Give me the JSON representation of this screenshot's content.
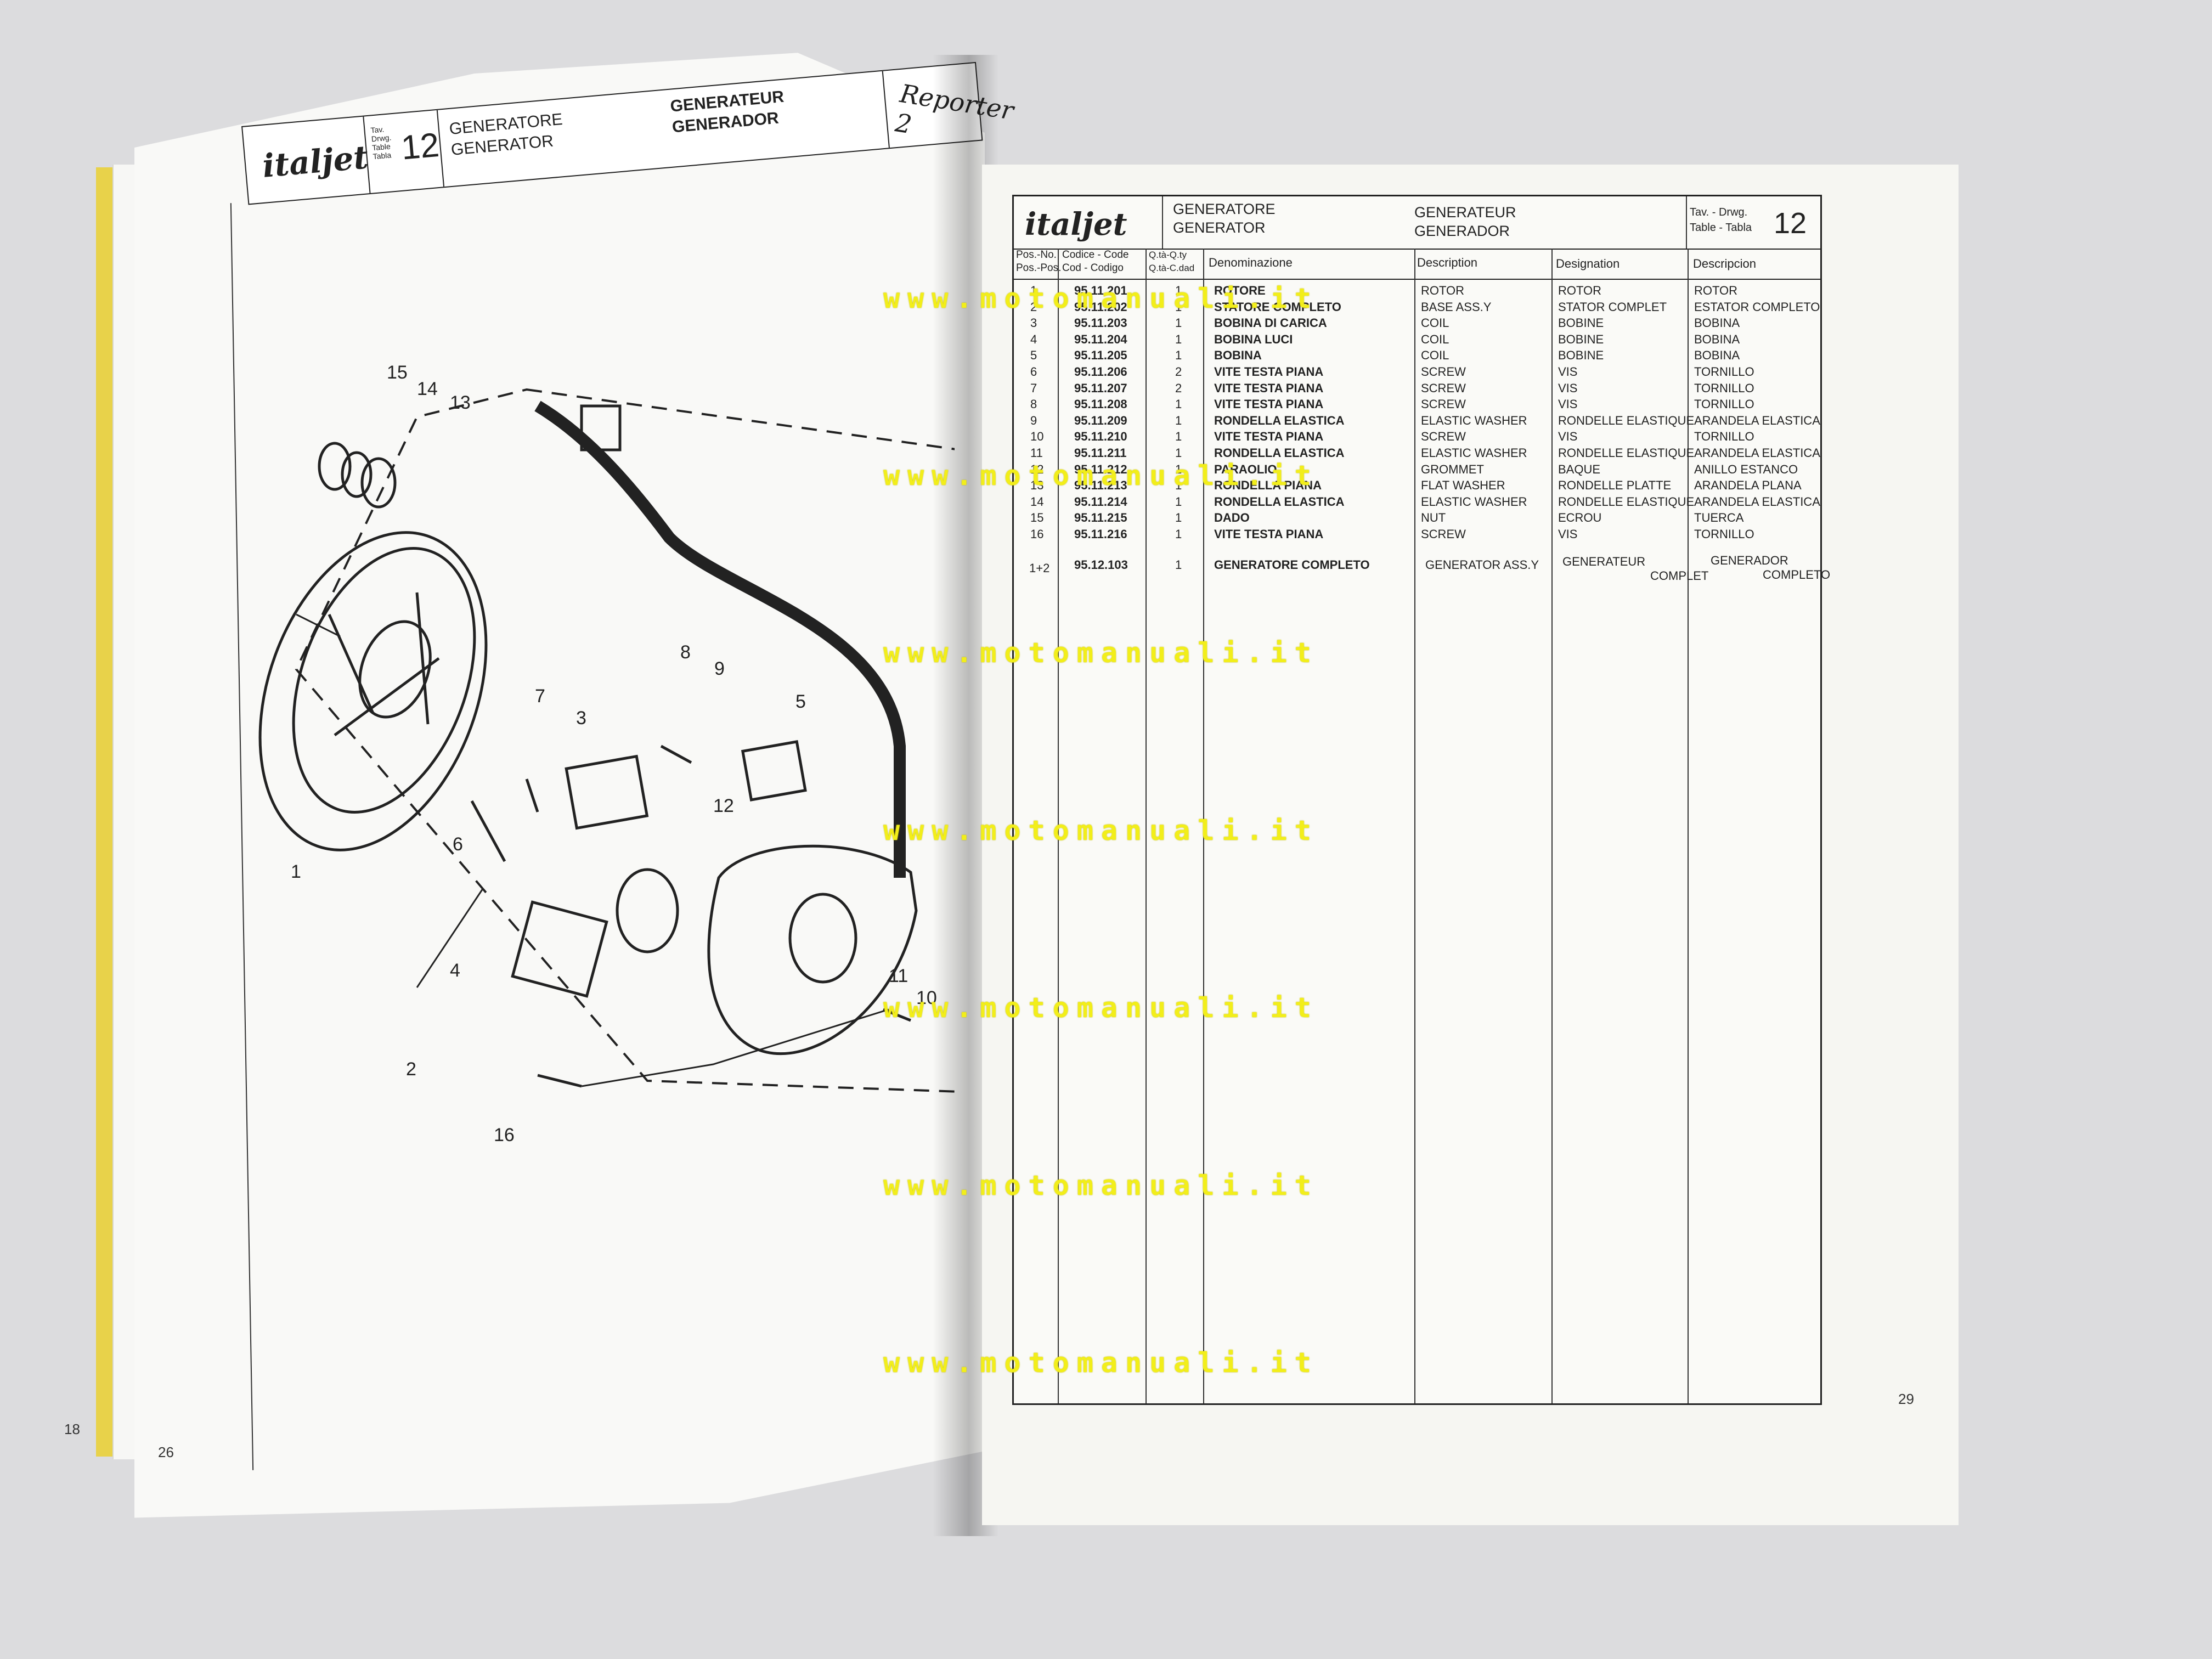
{
  "left_page": {
    "logo": "italjet",
    "table_label": "Tav. Drwg. Table Tabla",
    "table_number": "12",
    "title_it": "GENERATORE",
    "title_en": "GENERATOR",
    "title_fr": "GENERATEUR",
    "title_es": "GENERADOR",
    "model": "Reporter 2",
    "page_number": "18",
    "page_number_inner": "26",
    "callouts": [
      "1",
      "2",
      "3",
      "4",
      "5",
      "6",
      "7",
      "8",
      "9",
      "10",
      "11",
      "12",
      "13",
      "14",
      "15",
      "16"
    ]
  },
  "right_page": {
    "logo": "italjet",
    "title_it": "GENERATORE",
    "title_en": "GENERATOR",
    "title_fr": "GENERATEUR",
    "title_es": "GENERADOR",
    "table_label_1": "Tav. - Drwg.",
    "table_label_2": "Table - Tabla",
    "table_number": "12",
    "headers": {
      "pos_1": "Pos.-No.",
      "pos_2": "Pos.-Pos.",
      "code_1": "Codice - Code",
      "code_2": "Cod - Codigo",
      "qty_1": "Q.tà-Q.ty",
      "qty_2": "Q.tà-C.dad",
      "denominazione": "Denominazione",
      "description": "Description",
      "designation": "Designation",
      "descripcion": "Descripcion"
    },
    "rows": [
      {
        "pos": "1",
        "code": "95.11.201",
        "qty": "1",
        "it": "ROTORE",
        "en": "ROTOR",
        "fr": "ROTOR",
        "es": "ROTOR"
      },
      {
        "pos": "2",
        "code": "95.11.202",
        "qty": "1",
        "it": "STATORE COMPLETO",
        "en": "BASE ASS.Y",
        "fr": "STATOR COMPLET",
        "es": "ESTATOR COMPLETO"
      },
      {
        "pos": "3",
        "code": "95.11.203",
        "qty": "1",
        "it": "BOBINA DI CARICA",
        "en": "COIL",
        "fr": "BOBINE",
        "es": "BOBINA"
      },
      {
        "pos": "4",
        "code": "95.11.204",
        "qty": "1",
        "it": "BOBINA LUCI",
        "en": "COIL",
        "fr": "BOBINE",
        "es": "BOBINA"
      },
      {
        "pos": "5",
        "code": "95.11.205",
        "qty": "1",
        "it": "BOBINA",
        "en": "COIL",
        "fr": "BOBINE",
        "es": "BOBINA"
      },
      {
        "pos": "6",
        "code": "95.11.206",
        "qty": "2",
        "it": "VITE TESTA PIANA",
        "en": "SCREW",
        "fr": "VIS",
        "es": "TORNILLO"
      },
      {
        "pos": "7",
        "code": "95.11.207",
        "qty": "2",
        "it": "VITE TESTA PIANA",
        "en": "SCREW",
        "fr": "VIS",
        "es": "TORNILLO"
      },
      {
        "pos": "8",
        "code": "95.11.208",
        "qty": "1",
        "it": "VITE TESTA PIANA",
        "en": "SCREW",
        "fr": "VIS",
        "es": "TORNILLO"
      },
      {
        "pos": "9",
        "code": "95.11.209",
        "qty": "1",
        "it": "RONDELLA ELASTICA",
        "en": "ELASTIC WASHER",
        "fr": "RONDELLE ELASTIQUE",
        "es": "ARANDELA ELASTICA"
      },
      {
        "pos": "10",
        "code": "95.11.210",
        "qty": "1",
        "it": "VITE TESTA PIANA",
        "en": "SCREW",
        "fr": "VIS",
        "es": "TORNILLO"
      },
      {
        "pos": "11",
        "code": "95.11.211",
        "qty": "1",
        "it": "RONDELLA ELASTICA",
        "en": "ELASTIC WASHER",
        "fr": "RONDELLE ELASTIQUE",
        "es": "ARANDELA ELASTICA"
      },
      {
        "pos": "12",
        "code": "95.11.212",
        "qty": "1",
        "it": "PARAOLIO",
        "en": "GROMMET",
        "fr": "BAQUE",
        "es": "ANILLO ESTANCO"
      },
      {
        "pos": "13",
        "code": "95.11.213",
        "qty": "1",
        "it": "RONDELLA PIANA",
        "en": "FLAT WASHER",
        "fr": "RONDELLE PLATTE",
        "es": "ARANDELA PLANA"
      },
      {
        "pos": "14",
        "code": "95.11.214",
        "qty": "1",
        "it": "RONDELLA ELASTICA",
        "en": "ELASTIC WASHER",
        "fr": "RONDELLE ELASTIQUE",
        "es": "ARANDELA ELASTICA"
      },
      {
        "pos": "15",
        "code": "95.11.215",
        "qty": "1",
        "it": "DADO",
        "en": "NUT",
        "fr": "ECROU",
        "es": "TUERCA"
      },
      {
        "pos": "16",
        "code": "95.11.216",
        "qty": "1",
        "it": "VITE TESTA PIANA",
        "en": "SCREW",
        "fr": "VIS",
        "es": "TORNILLO"
      }
    ],
    "assembly_row": {
      "pos": "1+2",
      "code": "95.12.103",
      "qty": "1",
      "it": "GENERATORE COMPLETO",
      "en": "GENERATOR ASS.Y",
      "fr_1": "GENERATEUR",
      "fr_2": "COMPLET",
      "es_1": "GENERADOR",
      "es_2": "COMPLETO"
    },
    "page_number": "29"
  },
  "watermark": "www.motomanuali.it",
  "colors": {
    "watermark": "#f2ee1a",
    "cover_yellow": "#e8d24a",
    "ink": "#222222",
    "paper": "#f7f7f4",
    "background": "#dcdcde"
  }
}
